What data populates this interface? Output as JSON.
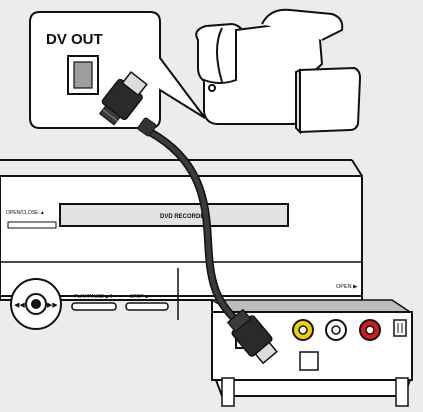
{
  "callout": {
    "port_label": "DV OUT"
  },
  "recorder": {
    "disc_label": "DVD RECORDER",
    "eject_label": "OPEN/CLOSE ▲",
    "play_label": "PLAY/PAUSE ▶II",
    "stop_label": "STOP ■",
    "flap_label": "OPEN ▶"
  },
  "colors": {
    "background": "#ececec",
    "outline": "#111111",
    "panel_gray": "#bdbdbd",
    "cable": "#2a2a2a",
    "jack_yellow": "#f2d000",
    "jack_white": "#ffffff",
    "jack_red": "#d01c1c"
  }
}
